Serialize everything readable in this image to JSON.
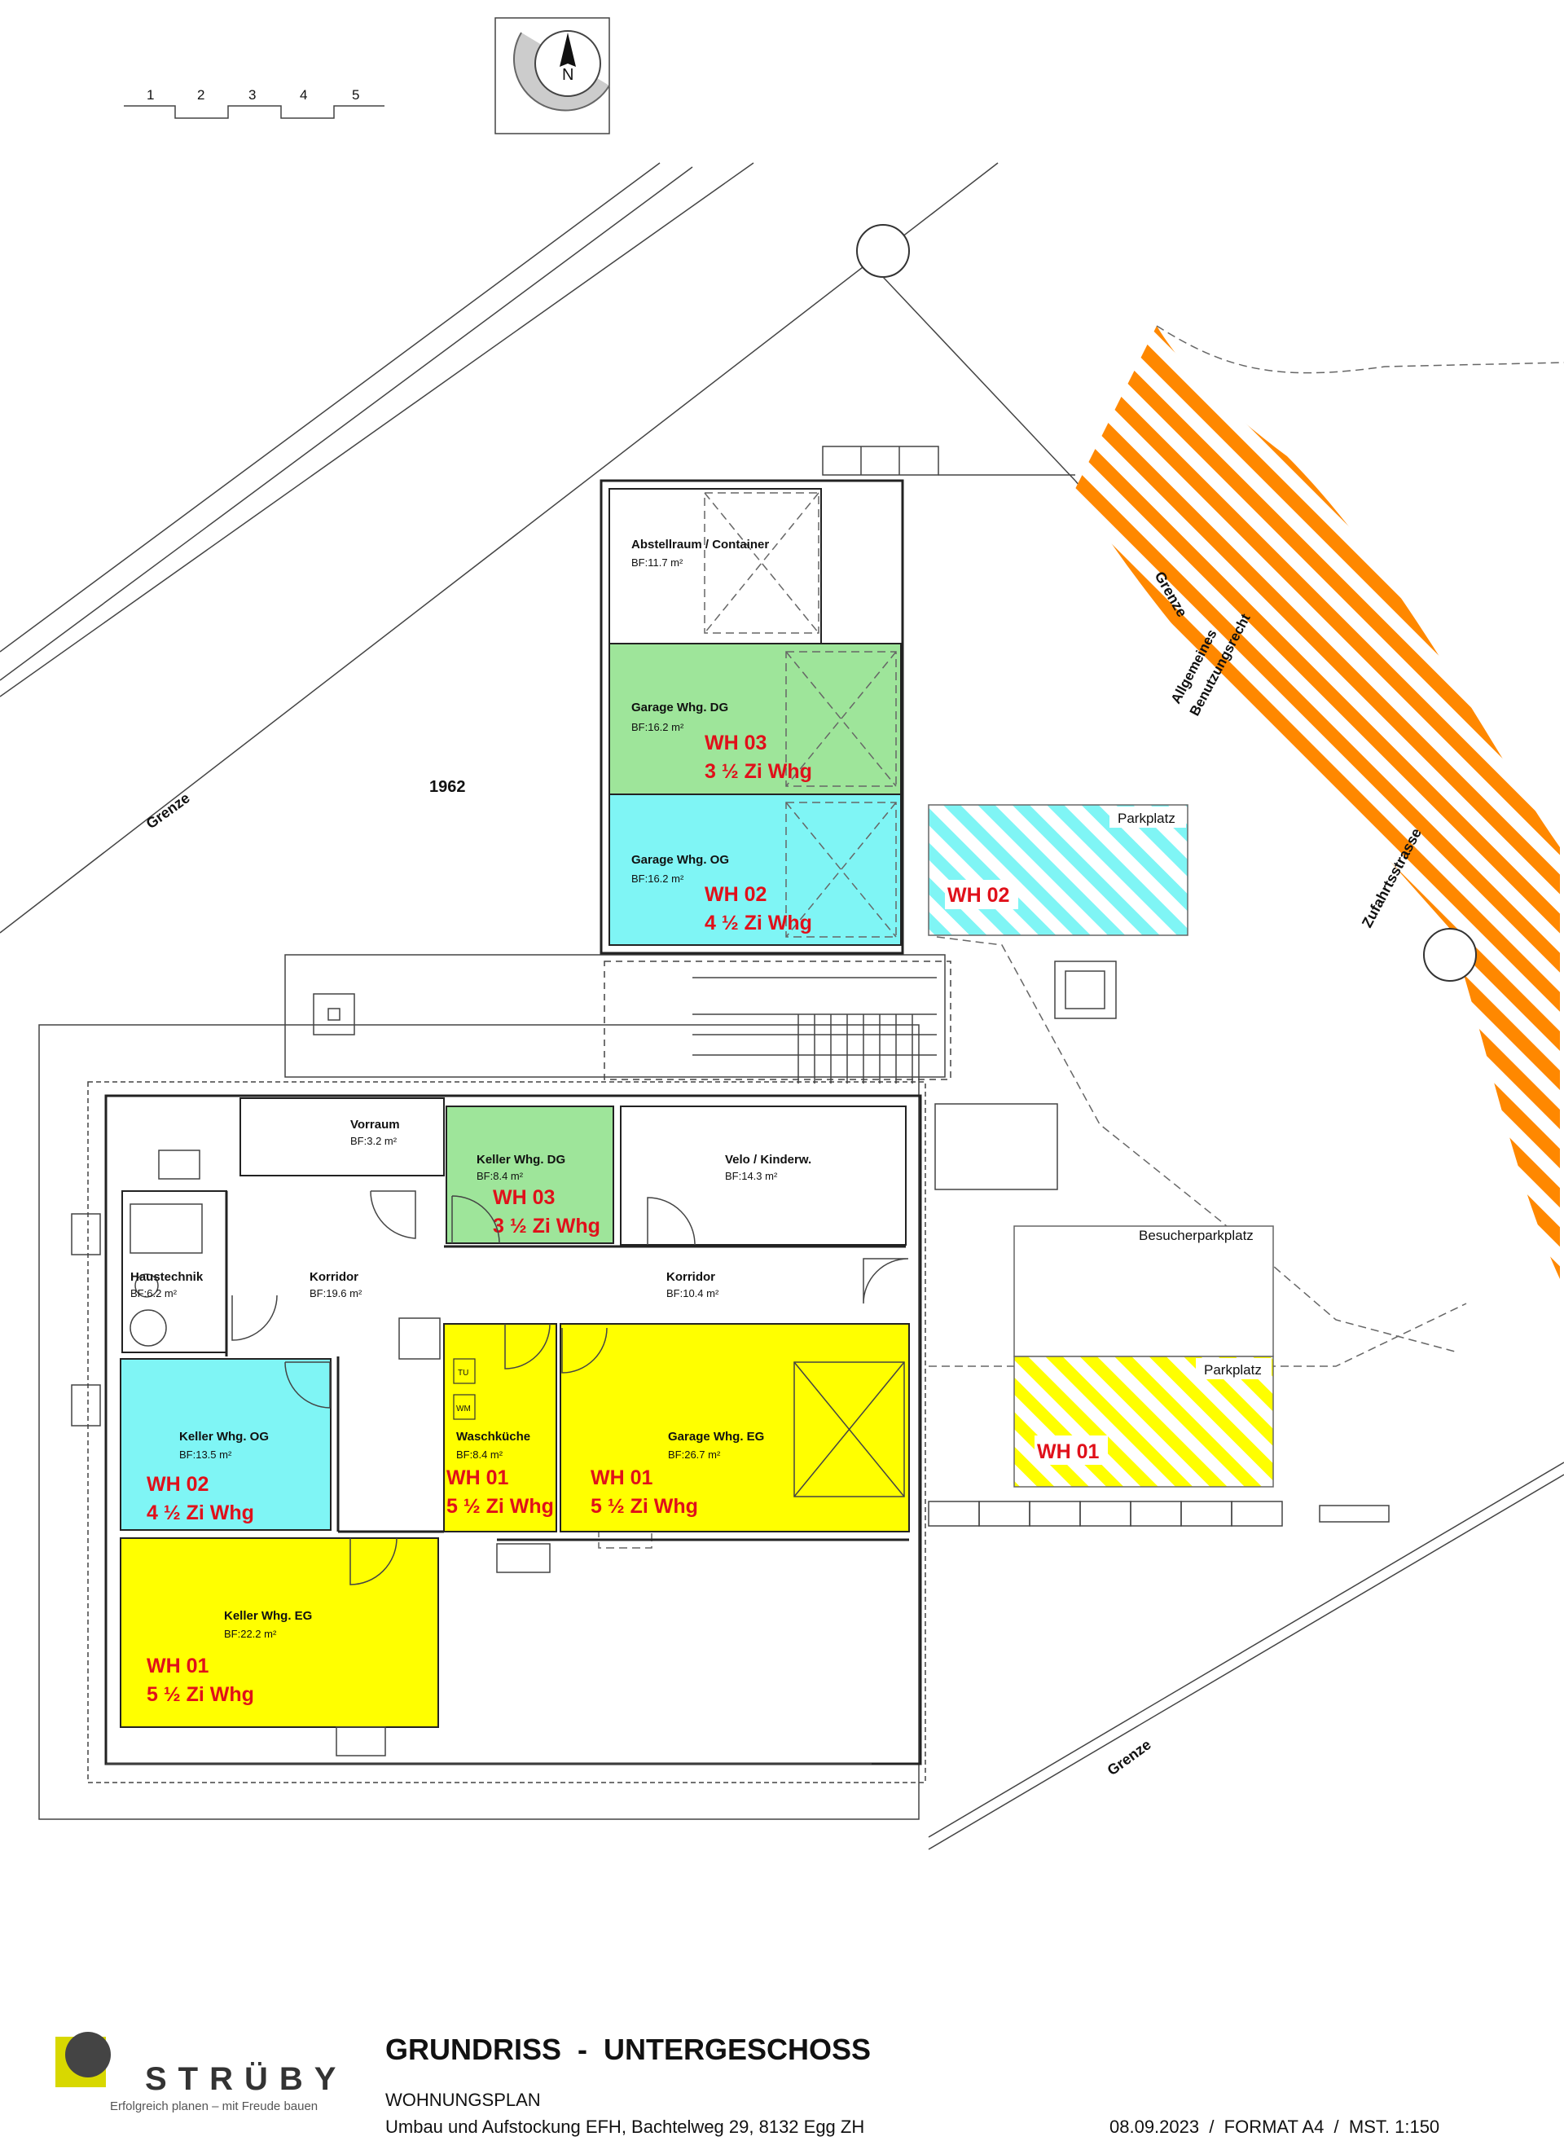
{
  "scale_bar": {
    "ticks": [
      "1",
      "2",
      "3",
      "4",
      "5"
    ]
  },
  "north_label": "N",
  "year_label": "1962",
  "grenze_label": "Grenze",
  "road": {
    "right_of_way_line1": "Allgemeines",
    "right_of_way_line2": "Benutzungsrecht",
    "access_road": "Zufahrtsstrasse"
  },
  "rooms": {
    "abstellraum": {
      "name": "Abstellraum / Container",
      "area": "BF:11.7 m²"
    },
    "garage_dg": {
      "name": "Garage Whg. DG",
      "area": "BF:16.2 m²",
      "unit": "WH 03",
      "size": "3 ½ Zi Whg"
    },
    "garage_og": {
      "name": "Garage Whg. OG",
      "area": "BF:16.2 m²",
      "unit": "WH 02",
      "size": "4 ½ Zi Whg"
    },
    "vorraum": {
      "name": "Vorraum",
      "area": "BF:3.2 m²"
    },
    "keller_dg": {
      "name": "Keller Whg. DG",
      "area": "BF:8.4 m²",
      "unit": "WH 03",
      "size": "3 ½ Zi Whg"
    },
    "velo": {
      "name": "Velo / Kinderw.",
      "area": "BF:14.3 m²"
    },
    "haustechnik": {
      "name": "Haustechnik",
      "area": "BF:6.2 m²"
    },
    "korridor1": {
      "name": "Korridor",
      "area": "BF:19.6 m²"
    },
    "korridor2": {
      "name": "Korridor",
      "area": "BF:10.4 m²"
    },
    "keller_og": {
      "name": "Keller Whg. OG",
      "area": "BF:13.5 m²",
      "unit": "WH 02",
      "size": "4 ½ Zi Whg"
    },
    "waschkueche": {
      "name": "Waschküche",
      "area": "BF:8.4 m²",
      "unit": "WH 01",
      "size": "5 ½ Zi Whg"
    },
    "garage_eg": {
      "name": "Garage Whg. EG",
      "area": "BF:26.7 m²",
      "unit": "WH 01",
      "size": "5 ½ Zi Whg"
    },
    "keller_eg": {
      "name": "Keller Whg. EG",
      "area": "BF:22.2 m²",
      "unit": "WH 01",
      "size": "5 ½ Zi Whg"
    }
  },
  "appliances": {
    "tu": "TU",
    "wm": "WM"
  },
  "parking": {
    "parkplatz_wh02": {
      "label": "Parkplatz",
      "unit": "WH 02"
    },
    "besucher": {
      "label": "Besucherparkplatz"
    },
    "parkplatz_wh01": {
      "label": "Parkplatz",
      "unit": "WH 01"
    }
  },
  "colors": {
    "wh01_yellow": "#ffff00",
    "wh02_cyan": "#7ff5f5",
    "wh03_green": "#9ee59a",
    "road_orange": "#ff8800",
    "unit_red": "#e0101a"
  },
  "footer": {
    "title": "GRUNDRISS  -  UNTERGESCHOSS",
    "subtitle": "WOHNUNGSPLAN",
    "project": "Umbau und Aufstockung EFH, Bachtelweg 29, 8132 Egg ZH",
    "meta": "08.09.2023  /  FORMAT A4  /  MST. 1:150",
    "logo_name": "STRÜBY",
    "logo_slogan": "Erfolgreich planen – mit Freude bauen"
  }
}
